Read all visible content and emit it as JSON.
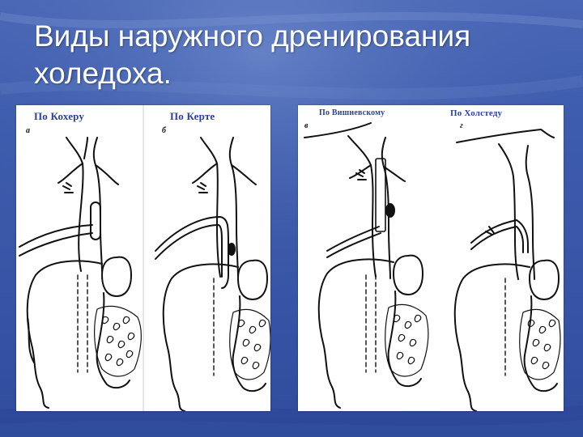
{
  "slide": {
    "title": "Виды наружного дренирования холедоха."
  },
  "figures": [
    {
      "caption": "По Кохеру",
      "letter": "а"
    },
    {
      "caption": "По Керте",
      "letter": "б"
    },
    {
      "caption": "По Вишневскому",
      "letter": "в"
    },
    {
      "caption": "По Холстеду",
      "letter": "г"
    }
  ],
  "colors": {
    "background": "#3e5dae",
    "caption": "#2a3f9e",
    "ink": "#111111"
  }
}
